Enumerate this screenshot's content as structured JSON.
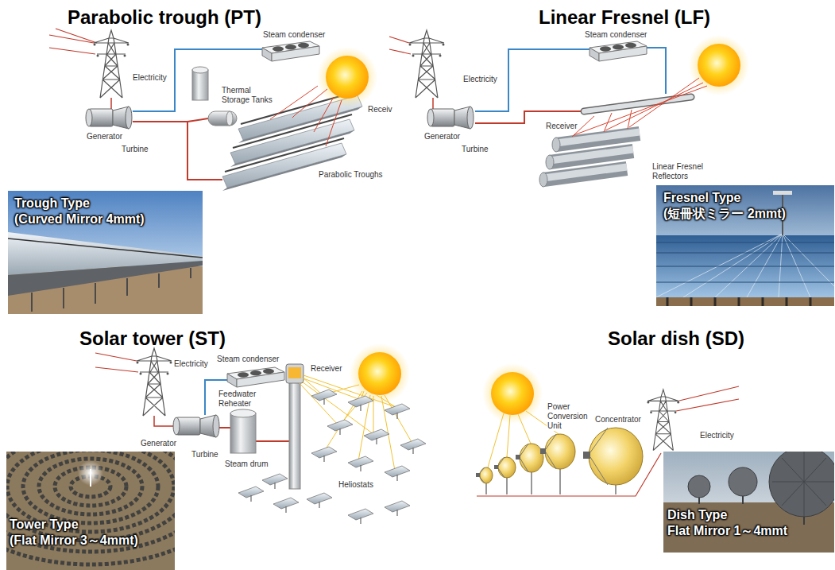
{
  "diagram": {
    "nodes": [
      {
        "text": [
          "Trough Type",
          "(Curved Mirror 4mmt)"
        ]
      },
      {
        "text": [
          "Fresnel Type",
          "(短冊状ミラー 2mmt)"
        ]
      },
      {
        "text": [
          "Tower Type",
          "(Flat Mirror 3～4mmt)"
        ]
      },
      {
        "text": [
          "Dish Type",
          "Flat Mirror 1～4mmt"
        ]
      }
    ],
    "labels": [
      "Parabolic trough (PT)",
      "Linear Fresnel (LF)",
      "Electricity",
      "Steam condenser",
      "Thermal Storage Tanks",
      "Receiv",
      "Generator",
      "Turbine",
      "Parabolic Troughs",
      "Electricity",
      "Steam condenser",
      "Receiver",
      "Generator",
      "Turbine",
      "Linear Fresnel Reflectors",
      "Solar tower (ST)",
      "Solar dish (SD)",
      "Electricity",
      "Steam condenser",
      "Receiver",
      "Feedwater Reheater",
      "Generator",
      "Turbine",
      "Steam drum",
      "Heliostats",
      "Power Conversion Unit",
      "Concentrator",
      "Electricity"
    ]
  }
}
